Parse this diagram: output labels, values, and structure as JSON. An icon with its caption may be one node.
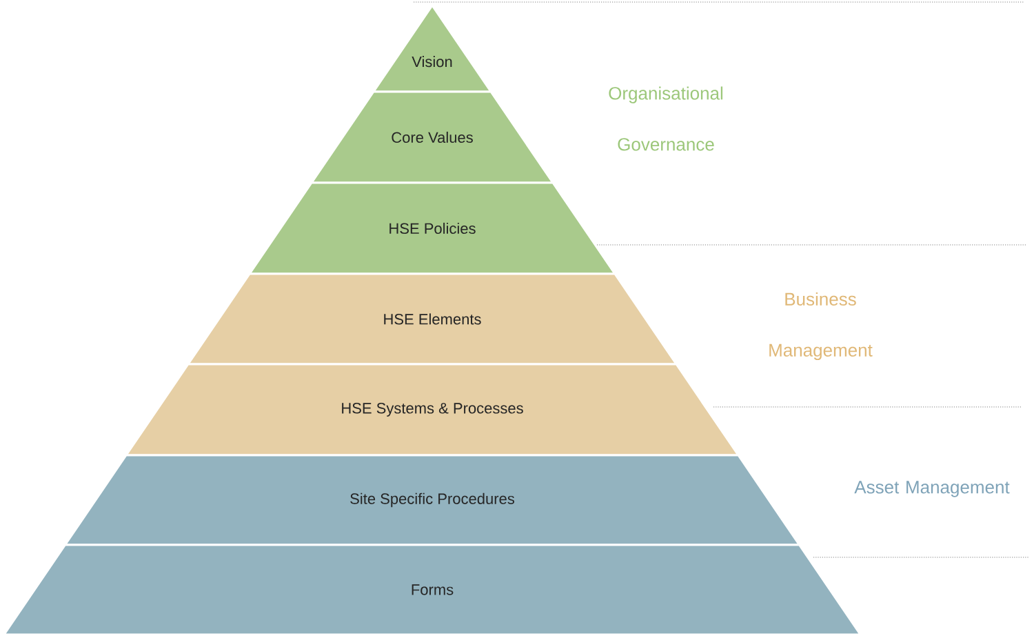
{
  "diagram": {
    "nodes": [
      {
        "text": [
          "Vision"
        ]
      },
      {
        "text": [
          "Core Values"
        ]
      },
      {
        "text": [
          "HSE Policies"
        ]
      },
      {
        "text": [
          "HSE Elements"
        ]
      },
      {
        "text": [
          "HSE Systems & Processes"
        ]
      },
      {
        "text": [
          "Site Specific Procedures"
        ]
      },
      {
        "text": [
          "Forms"
        ]
      }
    ],
    "edges": [],
    "labels": [
      "Organisational Governance",
      "Business Management",
      "Asset Management"
    ]
  }
}
